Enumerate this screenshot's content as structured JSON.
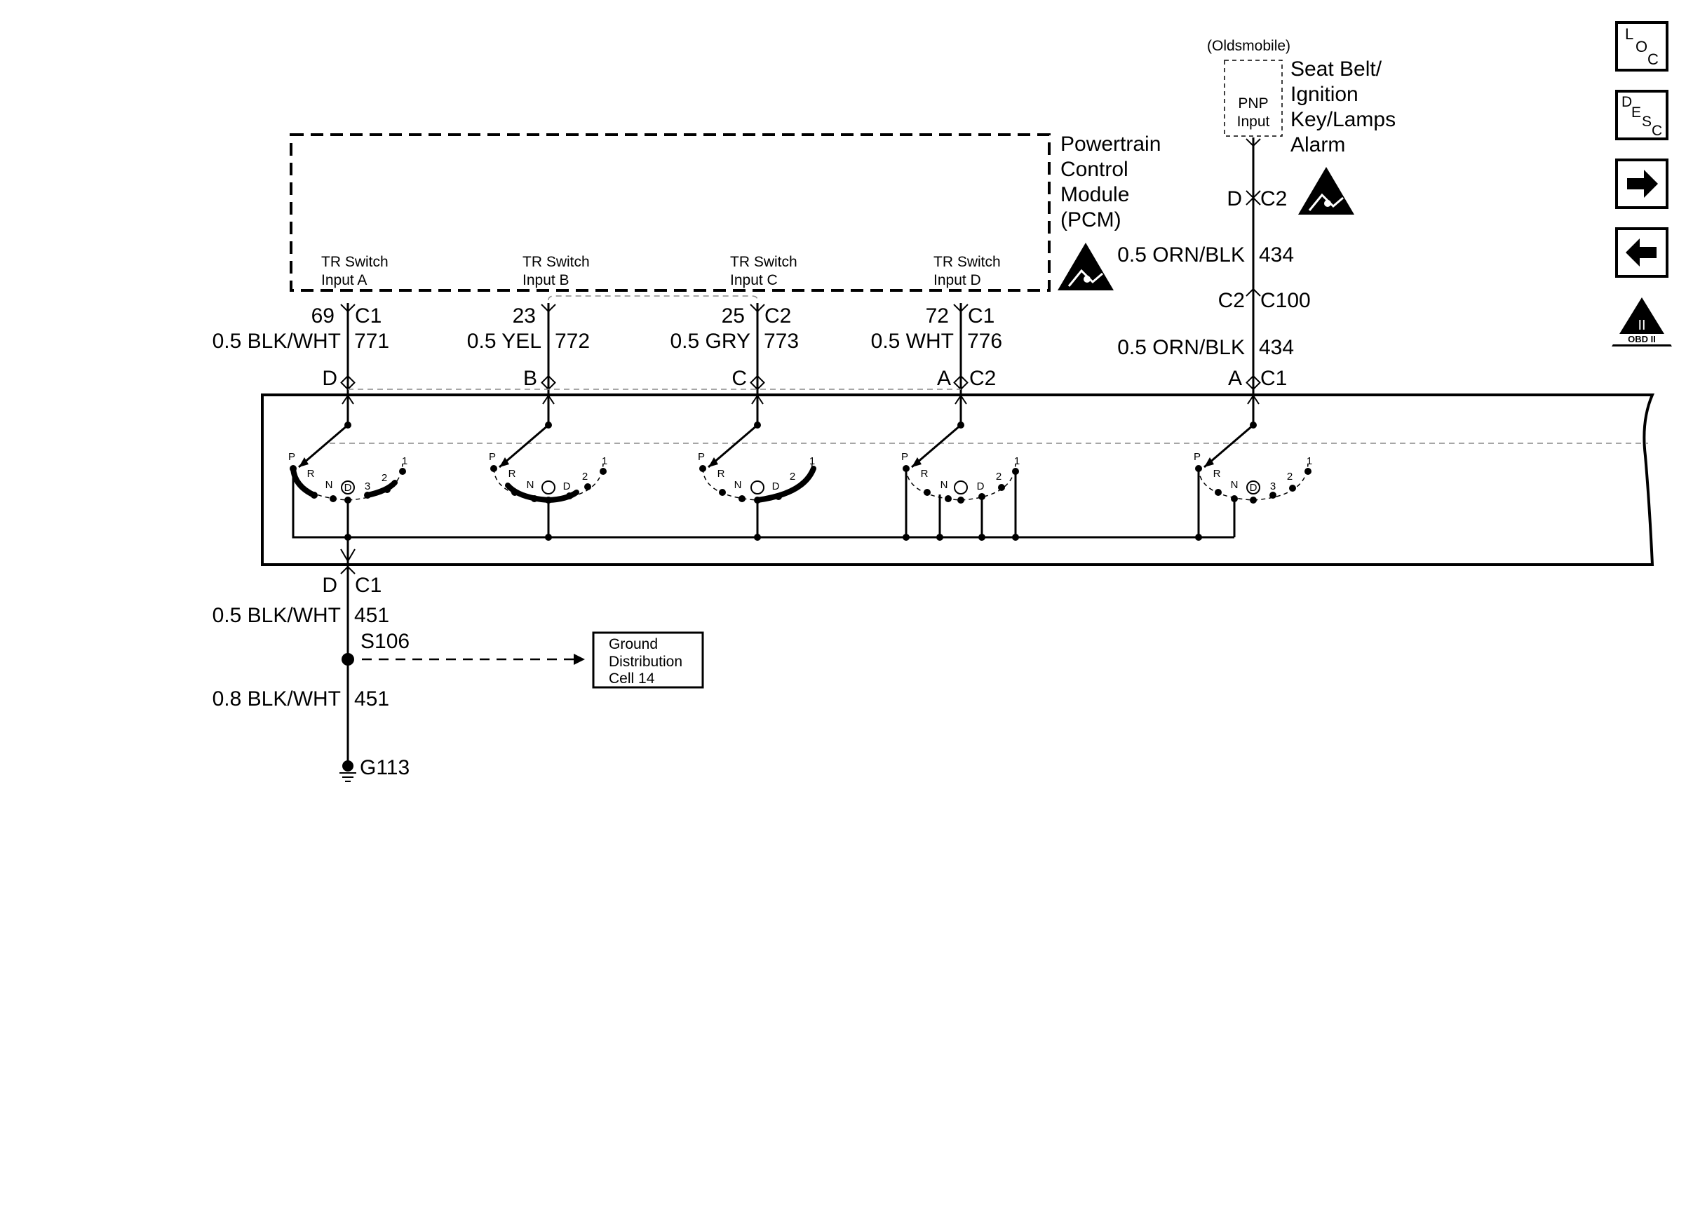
{
  "pcm": {
    "name_lines": [
      "Powertrain",
      "Control",
      "Module",
      "(PCM)"
    ],
    "inputs": [
      {
        "label_1": "TR Switch",
        "label_2": "Input A",
        "pin": "69",
        "connector": "C1",
        "wire_spec": "0.5 BLK/WHT",
        "circuit": "771",
        "switch_term": "D"
      },
      {
        "label_1": "TR Switch",
        "label_2": "Input B",
        "pin": "23",
        "connector": "",
        "wire_spec": "0.5 YEL",
        "circuit": "772",
        "switch_term": "B"
      },
      {
        "label_1": "TR Switch",
        "label_2": "Input C",
        "pin": "25",
        "connector": "C2",
        "wire_spec": "0.5 GRY",
        "circuit": "773",
        "switch_term": "C"
      },
      {
        "label_1": "TR Switch",
        "label_2": "Input D",
        "pin": "72",
        "connector": "C1",
        "wire_spec": "0.5 WHT",
        "circuit": "776",
        "switch_term": "A",
        "switch_connector": "C2"
      }
    ]
  },
  "alarm": {
    "note": "(Oldsmobile)",
    "module_lines": [
      "PNP",
      "Input"
    ],
    "name_lines": [
      "Seat Belt/",
      "Ignition",
      "Key/Lamps",
      "Alarm"
    ],
    "pin": "D",
    "connector": "C2",
    "wire_upper_spec": "0.5 ORN/BLK",
    "wire_upper_circuit": "434",
    "inline_left": "C2",
    "inline_right": "C100",
    "wire_lower_spec": "0.5 ORN/BLK",
    "wire_lower_circuit": "434",
    "switch_term": "A",
    "switch_connector": "C1"
  },
  "positions": {
    "a": [
      "P",
      "R",
      "N",
      "D",
      "3",
      "2",
      "1"
    ],
    "b": [
      "P",
      "R",
      "N",
      "D",
      "2",
      "1"
    ],
    "c": [
      "P",
      "R",
      "N",
      "D",
      "2",
      "1"
    ],
    "d": [
      "P",
      "R",
      "N",
      "D",
      "2",
      "1"
    ],
    "e": [
      "P",
      "R",
      "N",
      "D",
      "3",
      "2",
      "1"
    ]
  },
  "ground": {
    "switch_term": "D",
    "connector": "C1",
    "wire_upper_spec": "0.5 BLK/WHT",
    "wire_upper_circuit": "451",
    "splice": "S106",
    "ref_lines": [
      "Ground",
      "Distribution",
      "Cell 14"
    ],
    "wire_lower_spec": "0.8 BLK/WHT",
    "wire_lower_circuit": "451",
    "ground_point": "G113"
  },
  "nav": {
    "loc_parts": [
      "L",
      "O",
      "C"
    ],
    "desc_parts": [
      "D",
      "E",
      "S",
      "C"
    ],
    "next_icon": "right-arrow-icon",
    "prev_icon": "left-arrow-icon",
    "obd_roman": "II",
    "obd_label": "OBD II"
  },
  "colors": {
    "line": "#000000",
    "background": "#ffffff",
    "reference": "#888888"
  }
}
